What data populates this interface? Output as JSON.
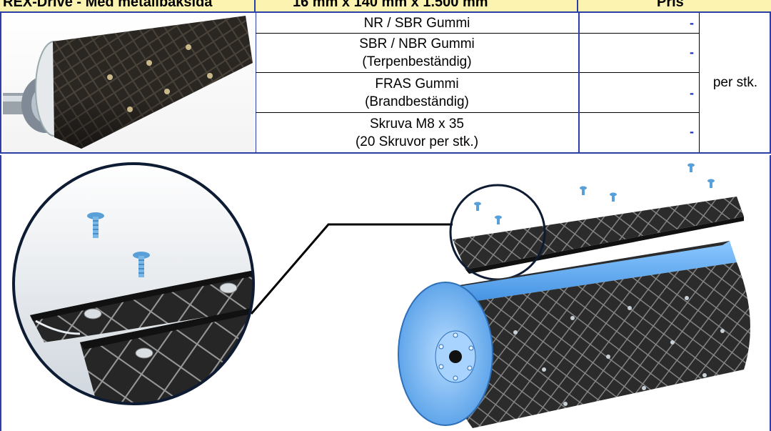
{
  "header": {
    "product": "REX-Drive - Med metallbaksida",
    "dimensions": "16 mm x 140 mm x 1.500 mm",
    "price_col": "Pris"
  },
  "rows": [
    {
      "line1": "NR / SBR Gummi",
      "line2": "",
      "price": "-"
    },
    {
      "line1": "SBR / NBR Gummi",
      "line2": "(Terpenbeständig)",
      "price": "-"
    },
    {
      "line1": "FRAS Gummi",
      "line2": "(Brandbeständig)",
      "price": "-"
    },
    {
      "line1": "Skruva M8 x 35",
      "line2": "(20 Skruvor per stk.)",
      "price": "-"
    }
  ],
  "unit": "per stk.",
  "colors": {
    "header_bg": "#fdf3b0",
    "border": "#2a3fa8",
    "dash": "#1a2fbf",
    "drum_blue": "#5aa9f0",
    "rubber": "#2b2b2b"
  },
  "icons": [
    "screw-icon",
    "drum-roller-illustration",
    "magnifier-circle"
  ]
}
